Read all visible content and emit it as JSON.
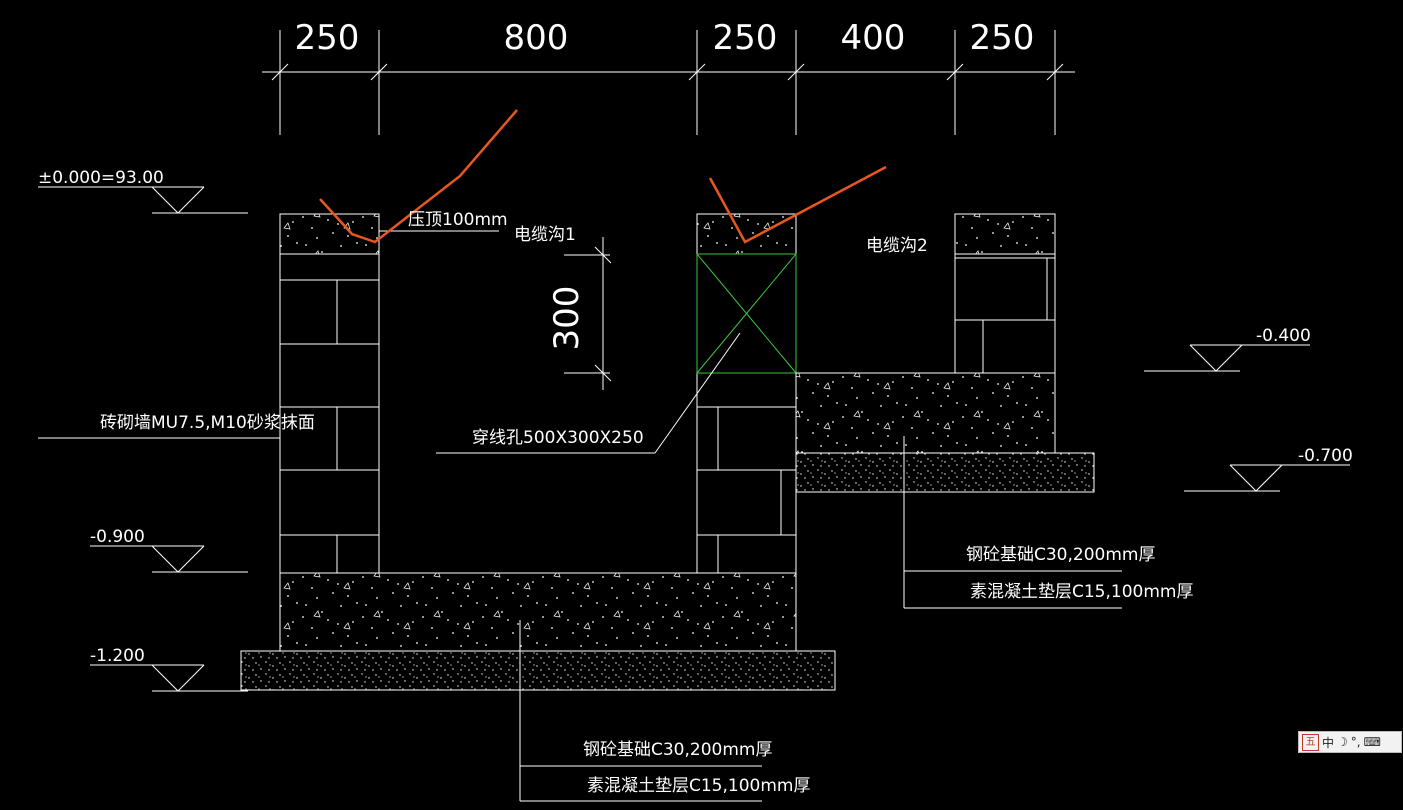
{
  "dimensions": [
    "250",
    "800",
    "250",
    "400",
    "250"
  ],
  "vertical_dimension": "300",
  "levels": {
    "ground": "±0.000=93.00",
    "minus_0400": "-0.400",
    "minus_0700": "-0.700",
    "minus_0900": "-0.900",
    "minus_1200": "-1.200"
  },
  "labels": {
    "cap": "压顶100mm",
    "trench1": "电缆沟1",
    "trench2": "电缆沟2",
    "wall": "砖砌墙MU7.5,M10砂浆抹面",
    "hole": "穿线孔500X300X250",
    "right_base": "钢砼基础C30,200mm厚",
    "right_cushion": "素混凝土垫层C15,100mm厚",
    "bottom_base": "钢砼基础C30,200mm厚",
    "bottom_cushion": "素混凝土垫层C15,100mm厚"
  },
  "ime": {
    "logo": "五",
    "mode": "中",
    "moon": "☽",
    "punct": "°,",
    "keyboard": "⌨"
  },
  "colors": {
    "background": "#000000",
    "lines": "#ffffff",
    "markup": "#e8581e",
    "hole_cross": "#3ec43e"
  }
}
